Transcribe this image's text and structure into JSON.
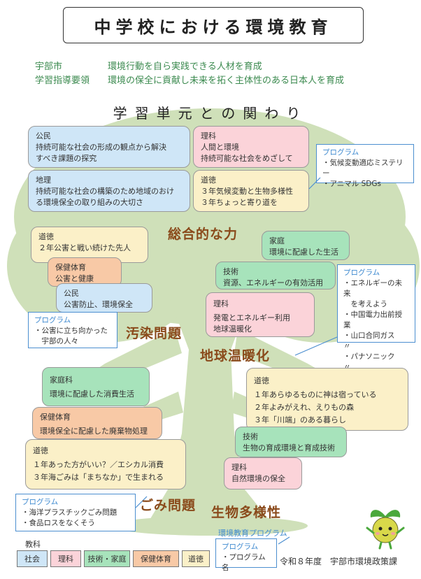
{
  "title": "中学校における環境教育",
  "goals": [
    {
      "key": "宇部市",
      "text": "環境行動を自ら実践できる人材を育成"
    },
    {
      "key": "学習指導要領",
      "text": "環境の保全に貢献し未来を拓く主体性のある日本人を育成"
    }
  ],
  "relation_title": "学習単元との関わり",
  "themes": {
    "integrated": "総合的な力",
    "pollution": "汚染問題",
    "warming": "地球温暖化",
    "waste": "ごみ問題",
    "biodiversity": "生物多様性"
  },
  "boxes": {
    "civics_top": {
      "h": "公民",
      "l1": "持続可能な社会の形成の観点から解決",
      "l2": "すべき課題の探究"
    },
    "geography": {
      "h": "地理",
      "l1": "持続可能な社会の構築のため地域のおけ",
      "l2": "る環境保全の取り組みの大切さ"
    },
    "science_top": {
      "h": "理科",
      "l1": "人間と環境",
      "l2": "持続可能な社会をめざして"
    },
    "moral_top": {
      "h": "道徳",
      "l1": "３年気候変動と生物多様性",
      "l2": "３年ちょっと寄り道を"
    },
    "moral_left": {
      "h": "道徳",
      "l1": "２年公害と戦い続けた先人"
    },
    "health_left": {
      "h": "保健体育",
      "l1": "公害と健康"
    },
    "civics_left": {
      "h": "公民",
      "l1": "公害防止、環境保全"
    },
    "home_right": {
      "h": "家庭",
      "l1": "環境に配慮した生活"
    },
    "tech_right": {
      "h": "技術",
      "l1": "資源、エネルギーの有効活用"
    },
    "science_right": {
      "h": "理科",
      "l1": "発電とエネルギー利用",
      "l2": "地球温暖化"
    },
    "home_waste": {
      "h": "家庭科",
      "l1": "環境に配慮した消費生活"
    },
    "health_waste": {
      "h": "保健体育",
      "l1": "環境保全に配慮した廃棄物処理"
    },
    "moral_waste": {
      "h": "道徳",
      "l1": "１年あった方がいい？／エシカル消費",
      "l2": "３年海ごみは「まちなか」で生まれる"
    },
    "moral_bio": {
      "h": "道徳",
      "l1": "１年あらゆるものに神は宿っている",
      "l2": "２年よみがえれ、えりもの森",
      "l3": "３年「川端」のある暮らし"
    },
    "tech_bio": {
      "h": "技術",
      "l1": "生物の育成環境と育成技術"
    },
    "science_bio": {
      "h": "理科",
      "l1": "自然環境の保全"
    }
  },
  "programs": {
    "top": {
      "h": "プログラム",
      "items": [
        "・気候変動適応ミステリー",
        "・アニマル SDGs"
      ]
    },
    "right": {
      "h": "プログラム",
      "items": [
        "・エネルギーの未来",
        "　を考えよう",
        "・中国電力出前授業",
        "・山口合同ガス　〃",
        "・パナソニック　〃"
      ]
    },
    "left": {
      "h": "プログラム",
      "items": [
        "・公害に立ち向かった",
        "　宇部の人々"
      ]
    },
    "waste": {
      "h": "プログラム",
      "items": [
        "・海洋プラスチックごみ問題",
        "・食品ロスをなくそう"
      ]
    }
  },
  "legend": {
    "label": "教科",
    "items": [
      "社会",
      "理科",
      "技術・家庭",
      "保健体育",
      "道徳"
    ],
    "program_label": "環境教育プログラム",
    "program_sample_h": "プログラム",
    "program_sample_item": "・プログラム名"
  },
  "footer": "令和８年度　宇部市環境政策課",
  "colors": {
    "blue": "#cfe6f7",
    "pink": "#fbd3d9",
    "green": "#a7e3bb",
    "yellow": "#fbf0c8",
    "orange": "#f8c9a6",
    "tree": "#cfe0b9"
  }
}
